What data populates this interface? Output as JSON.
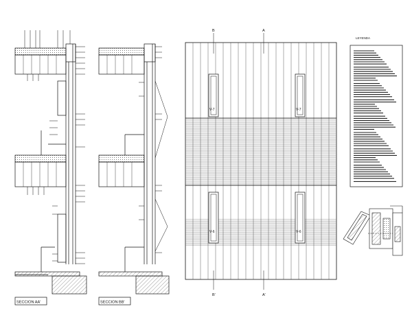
{
  "sections": [
    {
      "label": "SECCION AA'"
    },
    {
      "label": "SECCION BB'"
    }
  ],
  "elevation": {
    "axis_top": [
      "B",
      "A"
    ],
    "axis_bottom": [
      "B'",
      "A'"
    ],
    "windows": [
      "V-7",
      "V-7",
      "V-6",
      "V-6"
    ]
  },
  "legend": {
    "title": "LEYENDA"
  },
  "colors": {
    "line": "#111111",
    "hatch": "#555555",
    "paper": "#ffffff"
  }
}
